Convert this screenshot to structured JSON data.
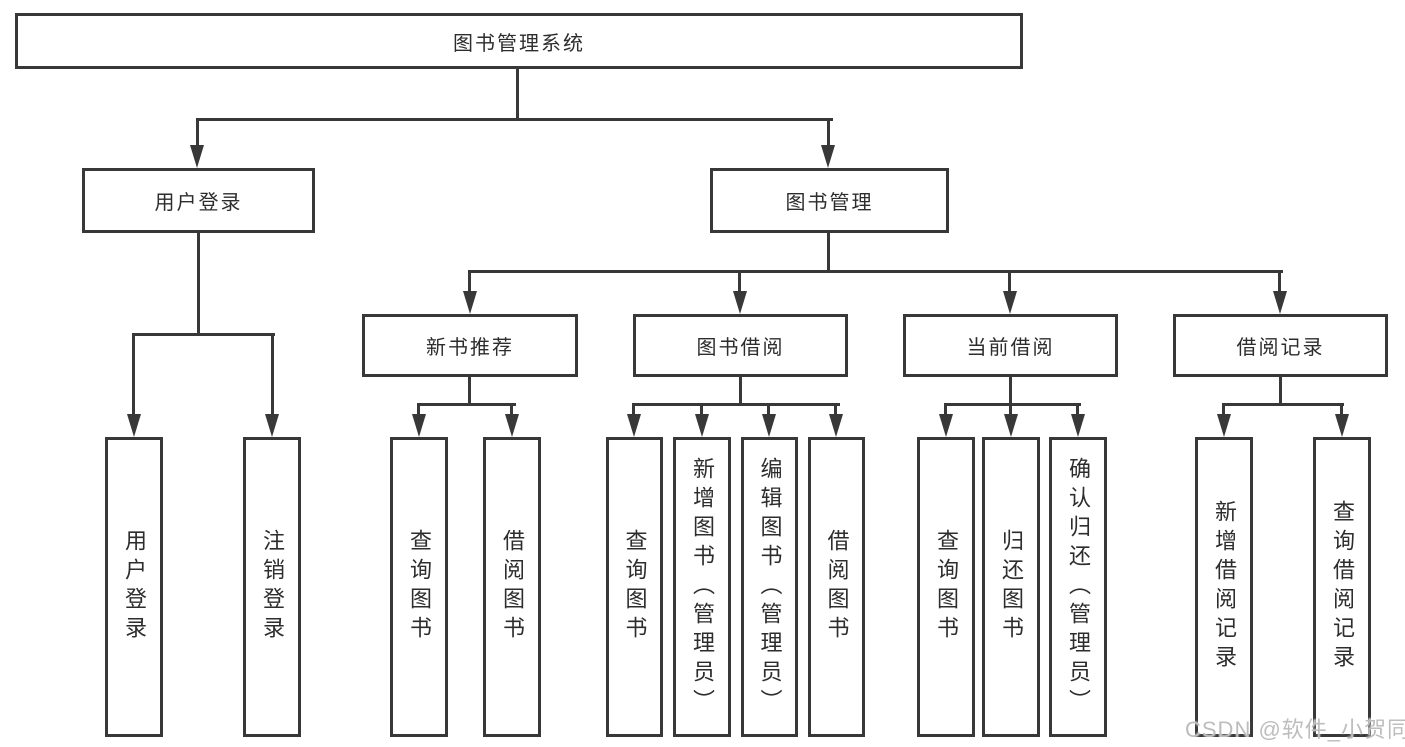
{
  "diagram_type": "functional-structure-tree",
  "colors": {
    "line": "#383838",
    "text": "#2d2d2d",
    "box_background": "#ffffff",
    "watermark": "#bdbdbd"
  },
  "watermark": {
    "text": "CSDN @软件_小贺同学"
  },
  "tree": {
    "root": {
      "label": "图书管理系统",
      "children": [
        {
          "label": "用户登录",
          "children": [
            {
              "label": "用户登录"
            },
            {
              "label": "注销登录"
            }
          ]
        },
        {
          "label": "图书管理",
          "children": [
            {
              "label": "新书推荐",
              "children": [
                {
                  "label": "查询图书"
                },
                {
                  "label": "借阅图书"
                }
              ]
            },
            {
              "label": "图书借阅",
              "children": [
                {
                  "label": "查询图书"
                },
                {
                  "label": "新增图书（管理员）"
                },
                {
                  "label": "编辑图书（管理员）"
                },
                {
                  "label": "借阅图书"
                }
              ]
            },
            {
              "label": "当前借阅",
              "children": [
                {
                  "label": "查询图书"
                },
                {
                  "label": "归还图书"
                },
                {
                  "label": "确认归还（管理员）"
                }
              ]
            },
            {
              "label": "借阅记录",
              "children": [
                {
                  "label": "新增借阅记录"
                },
                {
                  "label": "查询借阅记录"
                }
              ]
            }
          ]
        }
      ]
    }
  }
}
